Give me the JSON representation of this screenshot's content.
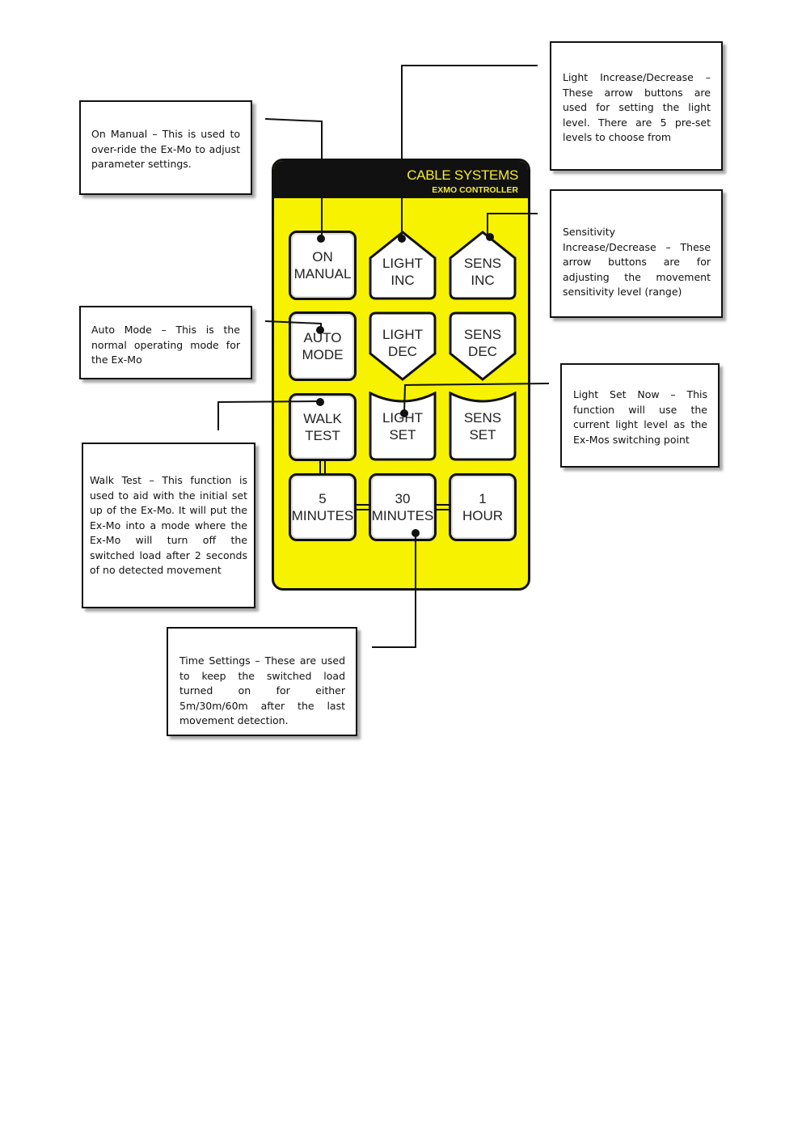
{
  "controller": {
    "brand": "CABLE SYSTEMS",
    "model": "EXMO CONTROLLER",
    "keys": {
      "on_manual": [
        "ON",
        "MANUAL"
      ],
      "light_inc": [
        "LIGHT",
        "INC"
      ],
      "sens_inc": [
        "SENS",
        "INC"
      ],
      "auto_mode": [
        "AUTO",
        "MODE"
      ],
      "light_dec": [
        "LIGHT",
        "DEC"
      ],
      "sens_dec": [
        "SENS",
        "DEC"
      ],
      "walk_test": [
        "WALK",
        "TEST"
      ],
      "light_set": [
        "LIGHT",
        "SET"
      ],
      "sens_set": [
        "SENS",
        "SET"
      ],
      "five_minutes": [
        "5",
        "MINUTES"
      ],
      "thirty_minutes": [
        "30",
        "MINUTES"
      ],
      "one_hour": [
        "1",
        "HOUR"
      ]
    },
    "body_color": "#f6f200",
    "header_color": "#111111",
    "brand_text_color": "#f3eb36"
  },
  "callouts": {
    "on_manual": "On Manual – This is used to over-ride the Ex-Mo to adjust parameter settings.",
    "light_inc_dec": "Light Increase/Decrease – These arrow buttons are used for setting the light level. There are 5 pre-set levels to choose from",
    "sensitivity": "Sensitivity Increase/Decrease – These arrow buttons are for adjusting the movement sensitivity level (range)",
    "auto_mode": "Auto Mode – This is the normal operating mode for the Ex-Mo",
    "light_set_now": "Light Set Now – This function will use the current light level as the Ex-Mos switching point",
    "walk_test": "Walk Test – This function is used to aid with the initial set up of the Ex-Mo. It will put the Ex-Mo into a mode where the Ex-Mo will turn off the switched load after 2 seconds of no detected movement",
    "time_settings": "Time Settings – These are used to keep the switched load turned on for either 5m/30m/60m after the last movement detection."
  }
}
